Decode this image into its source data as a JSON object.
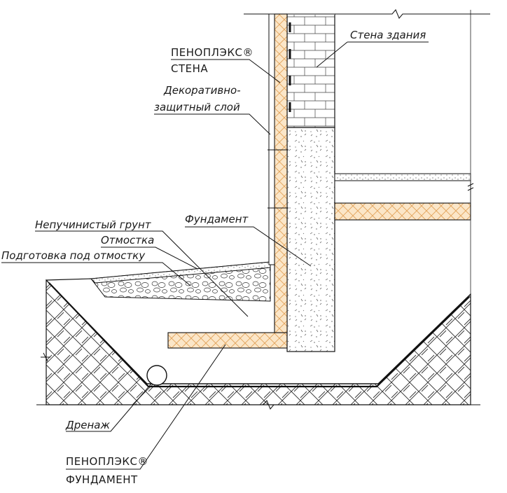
{
  "labels": {
    "wall": "Стена здания",
    "penoplex_wall_1": "ПЕНОПЛЭКС®",
    "penoplex_wall_2": "СТЕНА",
    "decor_1": "Декоративно-",
    "decor_2": "защитный слой",
    "foundation": "Фундамент",
    "nonheaving_soil": "Непучинистый грунт",
    "blind_area": "Отмостка",
    "blind_area_prep": "Подготовка под отмостку",
    "drainage": "Дренаж",
    "penoplex_found_1": "ПЕНОПЛЭКС®",
    "penoplex_found_2": "ФУНДАМЕНТ"
  },
  "colors": {
    "insulation": "#fbe6c8",
    "insulation_hatch": "#e2a35a",
    "line": "#111111",
    "background": "#ffffff"
  }
}
